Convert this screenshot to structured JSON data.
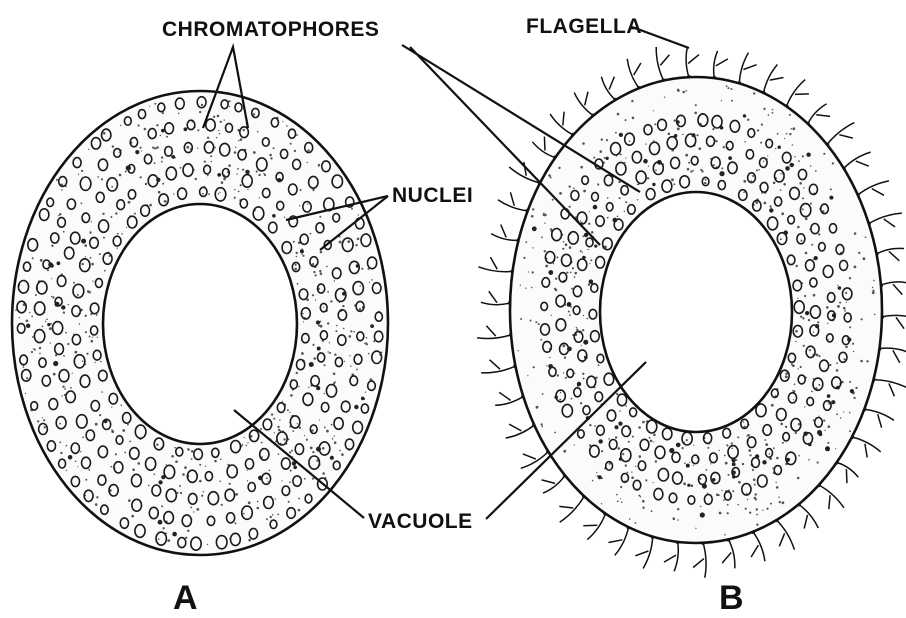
{
  "labels": {
    "chromatophores": "CHROMATOPHORES",
    "flagella": "FLAGELLA",
    "nuclei": "NUCLEI",
    "vacuole": "VACUOLE",
    "panel_a": "A",
    "panel_b": "B"
  },
  "colors": {
    "ink": "#111111",
    "background": "#ffffff"
  }
}
